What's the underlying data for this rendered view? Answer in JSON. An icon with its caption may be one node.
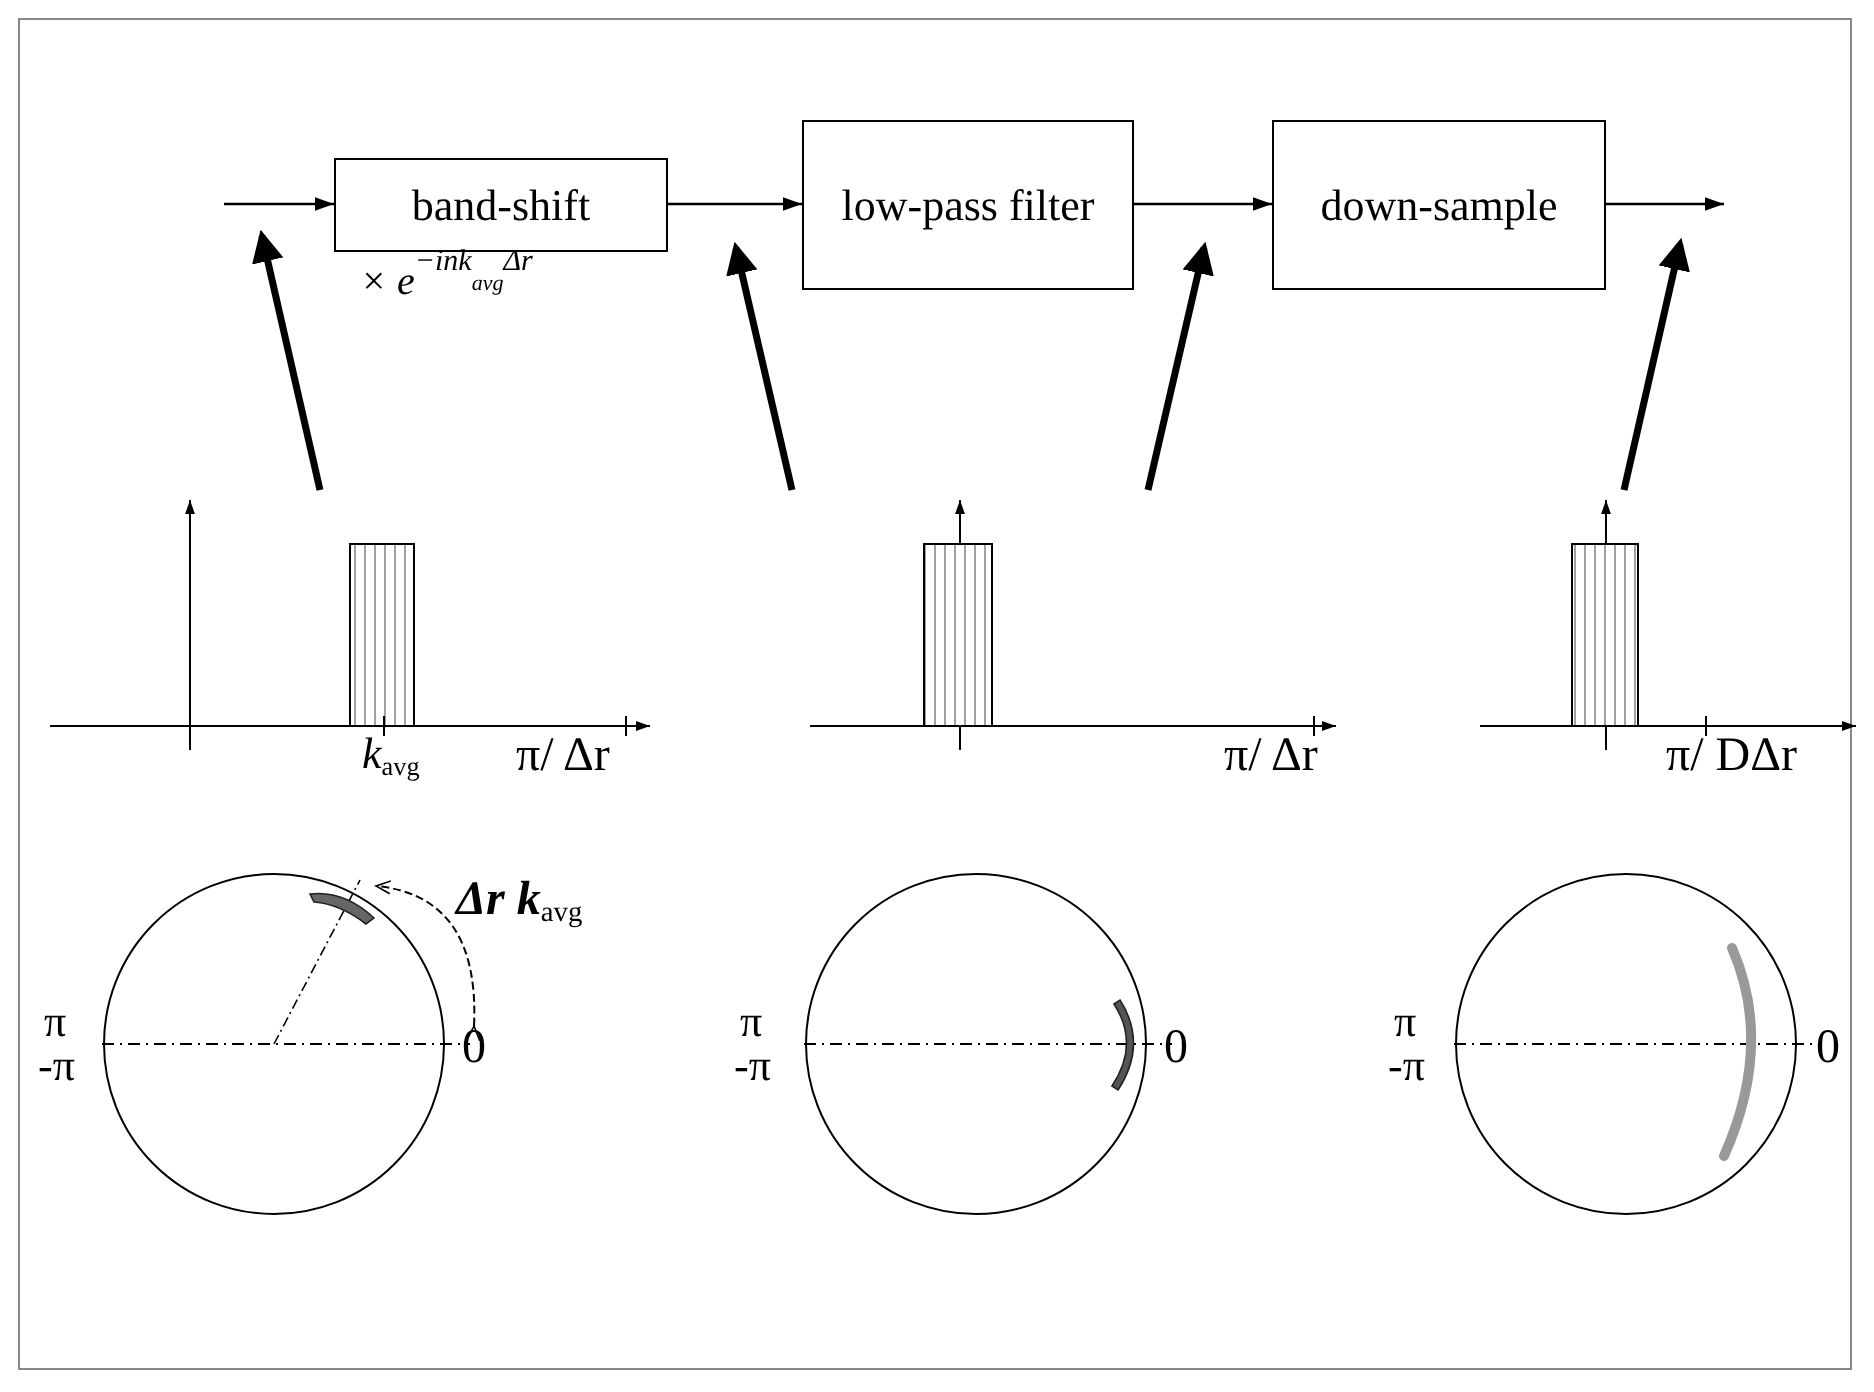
{
  "diagram": {
    "nodes": [
      {
        "text": [
          "band-shift"
        ],
        "beside": [
          "× e$^{−ink}$$_{avg}$$^{Δr}$"
        ]
      },
      {
        "text": [
          "low-pass filter"
        ]
      },
      {
        "text": [
          "down-sample"
        ]
      },
      {
        "text": [],
        "shape": "picture"
      },
      {
        "text": [],
        "shape": "picture"
      },
      {
        "text": [],
        "shape": "picture"
      }
    ],
    "edges": [
      {
        "from": null,
        "to": 0,
        "arrow": "to"
      },
      {
        "from": 0,
        "to": 1,
        "arrow": "to"
      },
      {
        "from": 1,
        "to": 2,
        "arrow": "to"
      },
      {
        "from": 2,
        "to": null,
        "arrow": "to"
      },
      {
        "from": 3,
        "to": null,
        "arrow": "to",
        "style": "thick"
      },
      {
        "from": 4,
        "to": null,
        "arrow": "to",
        "style": "thick"
      },
      {
        "from": 4,
        "to": null,
        "arrow": "to",
        "style": "thick"
      },
      {
        "from": 5,
        "to": null,
        "arrow": "to",
        "style": "thick"
      }
    ],
    "labels": [
      "k$_{avg}$",
      "π/ Δr",
      "π/ Δr",
      "π/ DΔr",
      "Δr k$_{avg}$",
      "π",
      "-π",
      "0",
      "π",
      "-π",
      "0",
      "π",
      "-π",
      "0"
    ]
  }
}
